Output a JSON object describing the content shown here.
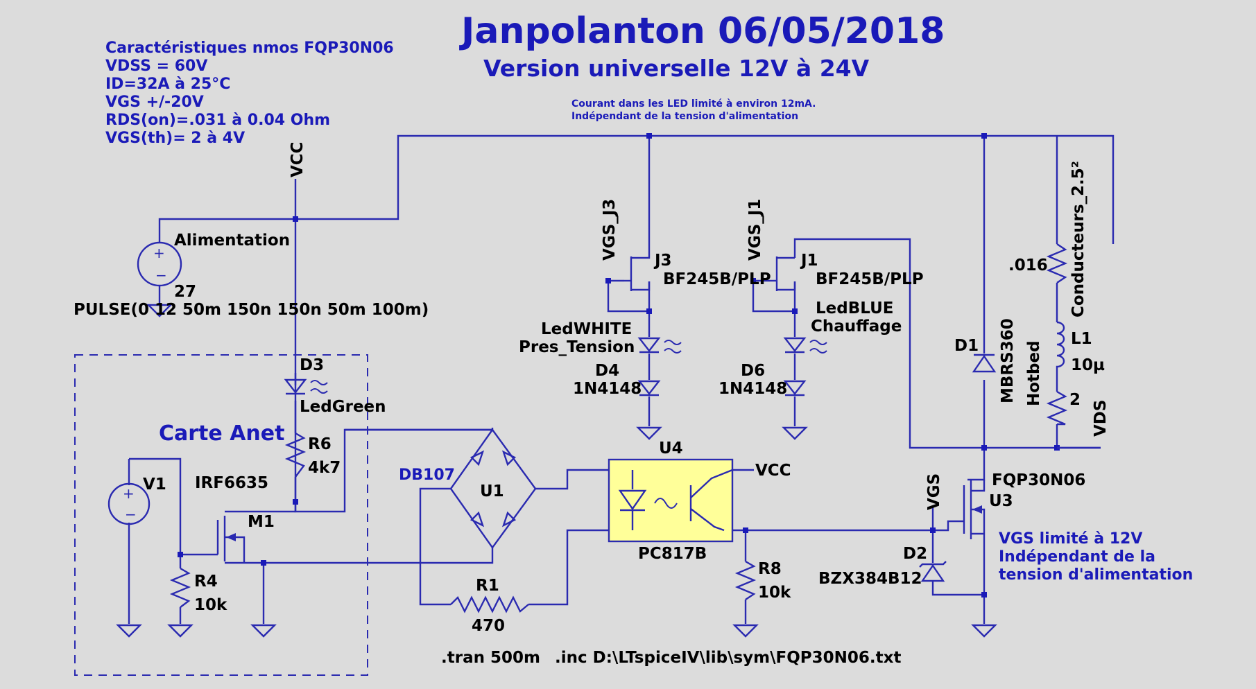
{
  "header": {
    "title": "Janpolanton 06/05/2018",
    "subtitle": "Version universelle 12V à 24V"
  },
  "specs": [
    "Caractéristiques nmos FQP30N06",
    "VDSS = 60V",
    "ID=32A à 25°C",
    "VGS +/-20V",
    "RDS(on)=.031 à 0.04 Ohm",
    "VGS(th)= 2 à 4V"
  ],
  "notes": {
    "led_current_1": "Courant dans les LED limité à environ 12mA.",
    "led_current_2": "Indépendant de la tension d'alimentation",
    "vgs_1": "VGS limité à 12V",
    "vgs_2": "Indépendant de la",
    "vgs_3": "tension d'alimentation",
    "carte": "Carte Anet"
  },
  "nets": {
    "vcc_top": "VCC",
    "vcc_u4": "VCC",
    "vgs_j3": "VGS_J3",
    "vgs_j1": "VGS_J1",
    "vgs_u3": "VGS",
    "vds": "VDS"
  },
  "components": {
    "supply": {
      "name": "Alimentation",
      "value": "27",
      "pulse": "PULSE(0 12 50m 150n 150n 50m 100m)"
    },
    "v1": {
      "name": "V1"
    },
    "m1": {
      "name": "M1",
      "model": "IRF6635"
    },
    "r4": {
      "name": "R4",
      "value": "10k"
    },
    "d3": {
      "name": "D3",
      "model": "LedGreen"
    },
    "r6": {
      "name": "R6",
      "value": "4k7"
    },
    "u1": {
      "name": "U1",
      "model": "DB107"
    },
    "r1": {
      "name": "R1",
      "value": "470"
    },
    "u4": {
      "name": "U4",
      "model": "PC817B"
    },
    "r8": {
      "name": "R8",
      "value": "10k"
    },
    "j3": {
      "name": "J3",
      "model": "BF245B/PLP"
    },
    "j1": {
      "name": "J1",
      "model": "BF245B/PLP"
    },
    "led_white": {
      "model": "LedWHITE",
      "label": "Pres_Tension"
    },
    "led_blue": {
      "model": "LedBLUE",
      "label": "Chauffage"
    },
    "d4": {
      "name": "D4",
      "model": "1N4148"
    },
    "d6": {
      "name": "D6",
      "model": "1N4148"
    },
    "d1": {
      "name": "D1",
      "model": "MBRS360"
    },
    "d2": {
      "name": "D2",
      "model": "BZX384B12"
    },
    "u3": {
      "name": "U3",
      "model": "FQP30N06"
    },
    "hotbed": {
      "name": "Hotbed",
      "value": "2"
    },
    "l1": {
      "name": "L1",
      "value": "10µ"
    },
    "cond": {
      "name": "Conducteurs_2.5²",
      "value": ".016"
    }
  },
  "directives": {
    "tran": ".tran 500m",
    "inc": ".inc D:\\LTspiceIV\\lib\\sym\\FQP30N06.txt"
  },
  "colors": {
    "background": "#dcdcdc",
    "wire": "#2a2ab0",
    "text": "#000000",
    "comment": "#1a1ab8",
    "optocoupler_fill": "#ffff99"
  }
}
